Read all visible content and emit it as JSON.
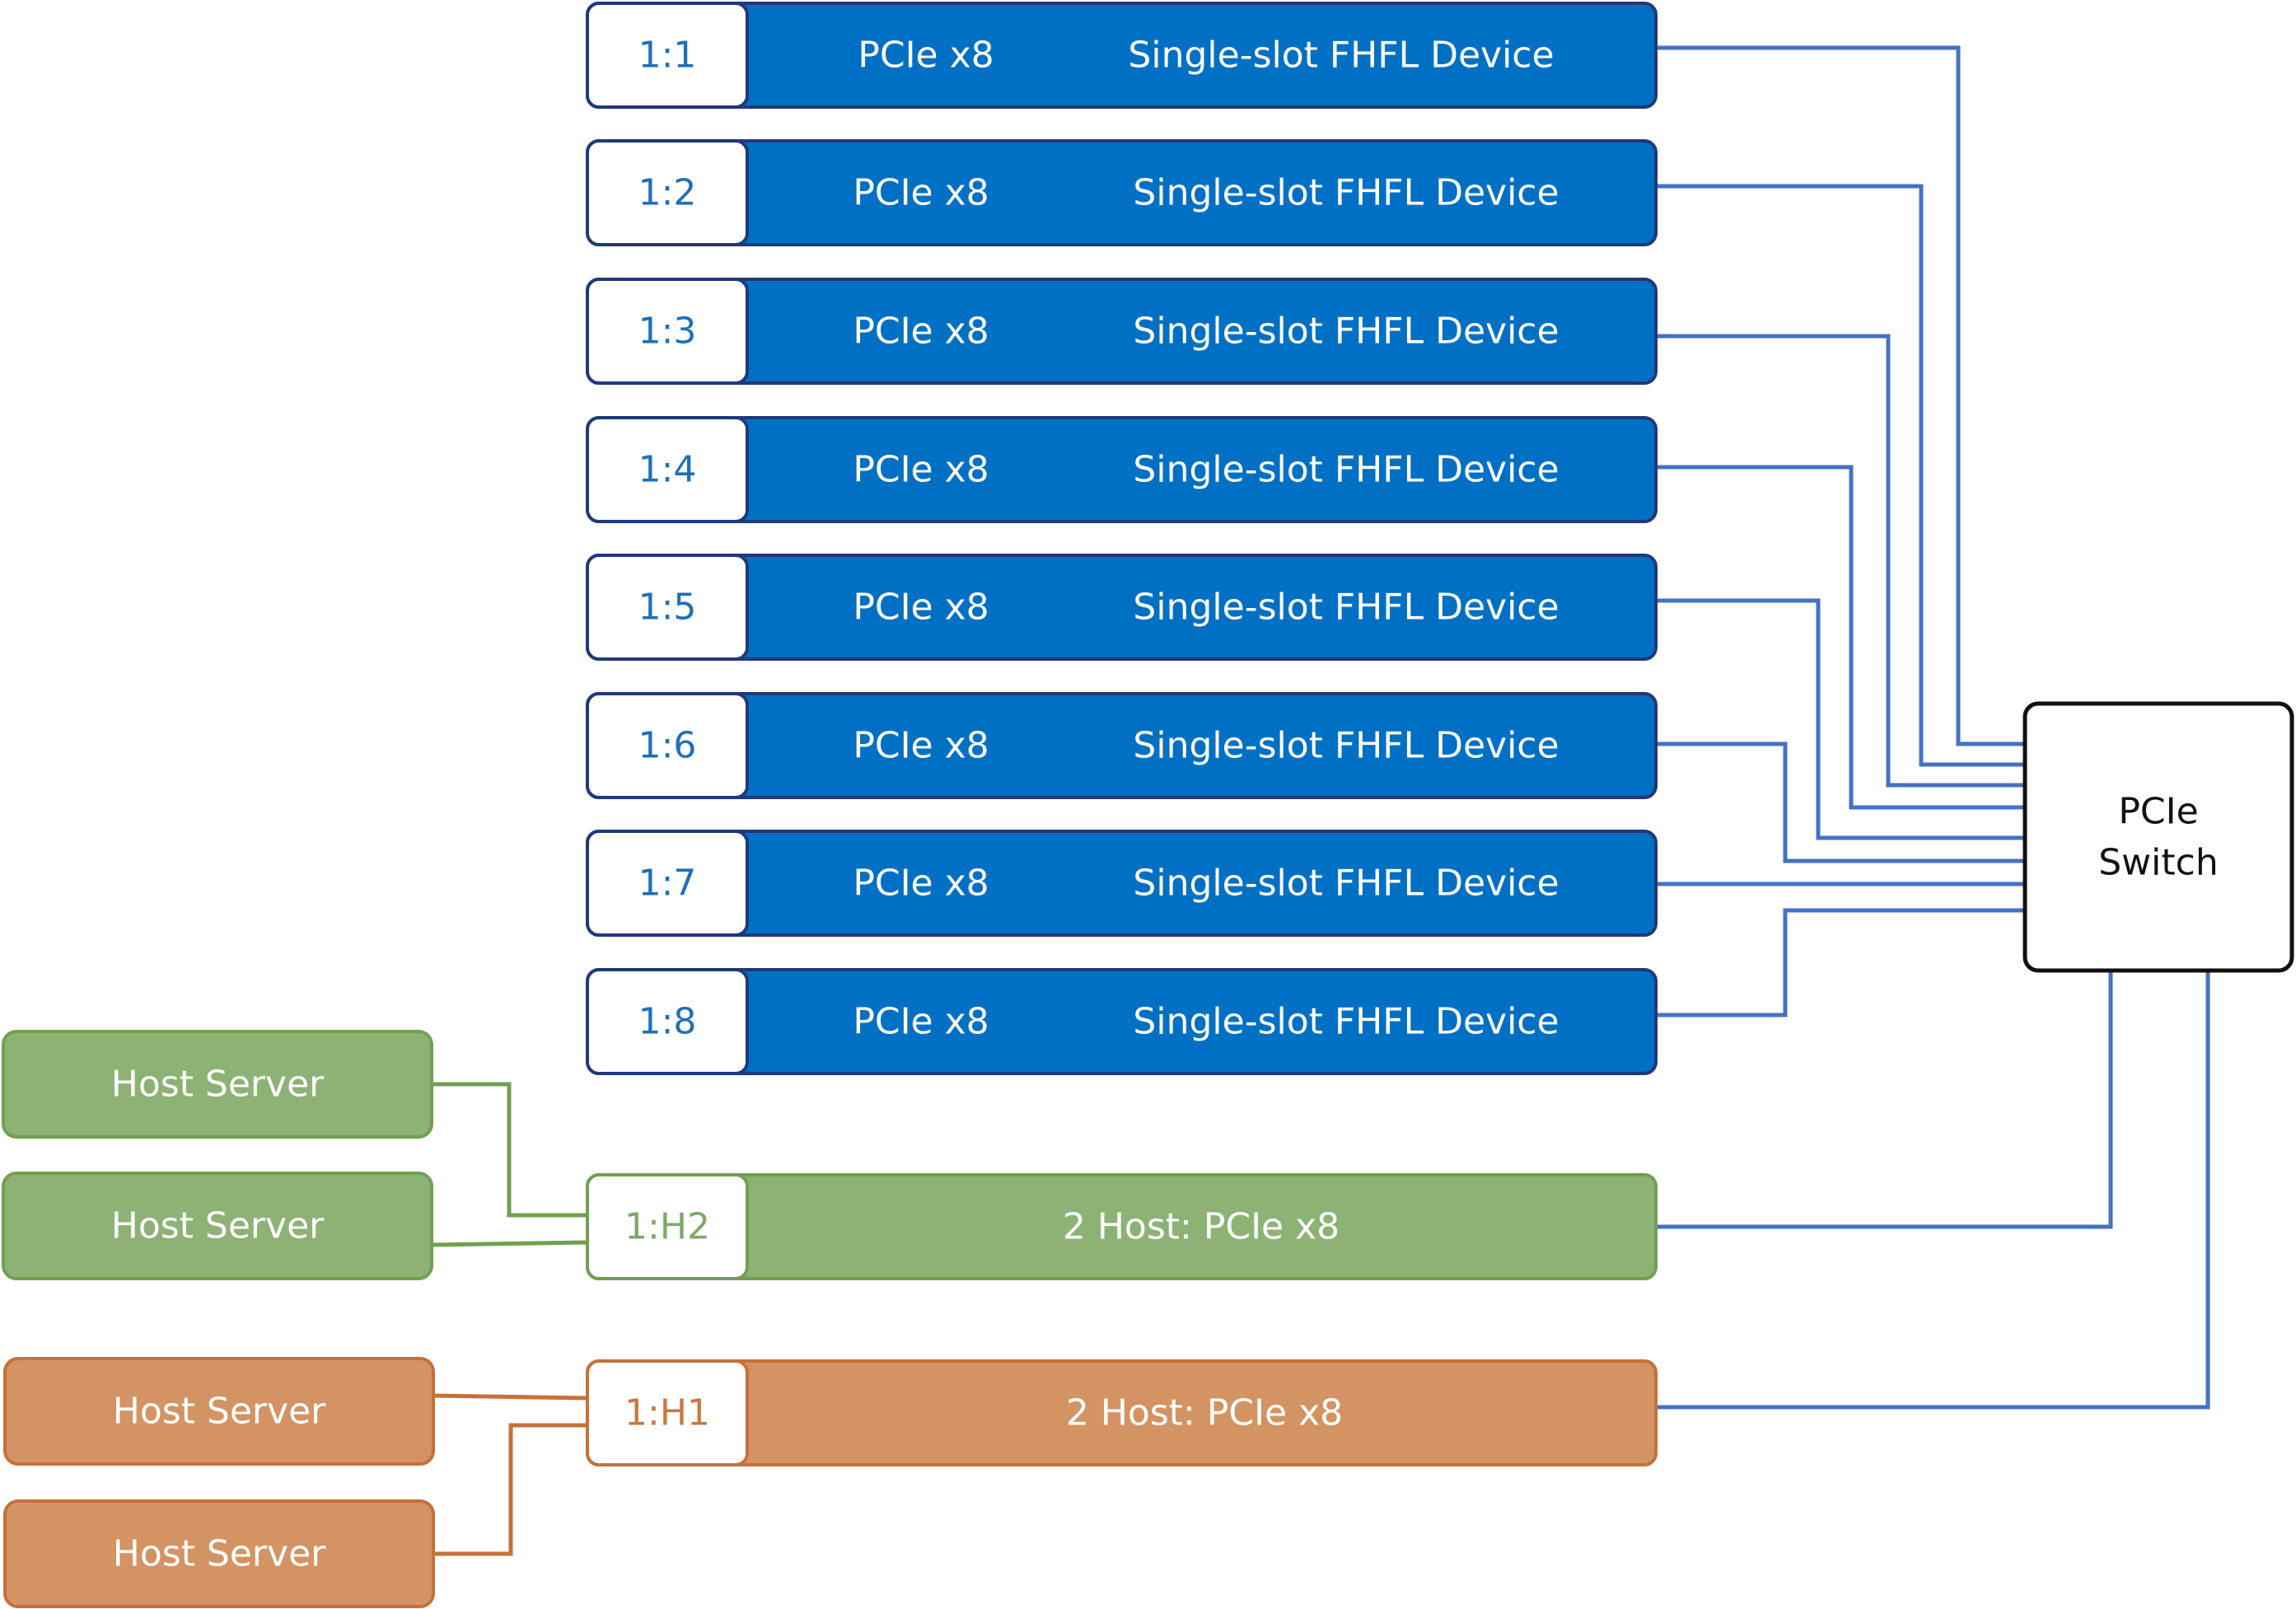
{
  "colors": {
    "slot_blue": "#0070C4",
    "slot_border": "#1F3A78",
    "slot_label": "#1F6FB8",
    "wire_blue": "#4472C4",
    "host_green": "#8DB275",
    "host_green_border": "#70A050",
    "host_green_label": "#7FA868",
    "host_orange": "#D49363",
    "host_orange_border": "#C6713A",
    "host_orange_label": "#C8783F",
    "switch_border": "#111111"
  },
  "slots": [
    {
      "id": "1:1",
      "interface": "PCIe x8",
      "device": "Single-slot FHFL Device"
    },
    {
      "id": "1:2",
      "interface": "PCIe x8",
      "device": "Single-slot FHFL Device"
    },
    {
      "id": "1:3",
      "interface": "PCIe x8",
      "device": "Single-slot FHFL Device"
    },
    {
      "id": "1:4",
      "interface": "PCIe x8",
      "device": "Single-slot FHFL Device"
    },
    {
      "id": "1:5",
      "interface": "PCIe x8",
      "device": "Single-slot FHFL Device"
    },
    {
      "id": "1:6",
      "interface": "PCIe x8",
      "device": "Single-slot FHFL Device"
    },
    {
      "id": "1:7",
      "interface": "PCIe x8",
      "device": "Single-slot FHFL Device"
    },
    {
      "id": "1:8",
      "interface": "PCIe x8",
      "device": "Single-slot FHFL Device"
    }
  ],
  "host_slots": [
    {
      "id": "1:H2",
      "label": "2 Host: PCIe x8",
      "color": "green"
    },
    {
      "id": "1:H1",
      "label": "2 Host: PCIe x8",
      "color": "orange"
    }
  ],
  "host_servers": [
    {
      "label": "Host Server",
      "color": "green"
    },
    {
      "label": "Host Server",
      "color": "green"
    },
    {
      "label": "Host Server",
      "color": "orange"
    },
    {
      "label": "Host Server",
      "color": "orange"
    }
  ],
  "switch": {
    "line1": "PCIe",
    "line2": "Switch"
  }
}
